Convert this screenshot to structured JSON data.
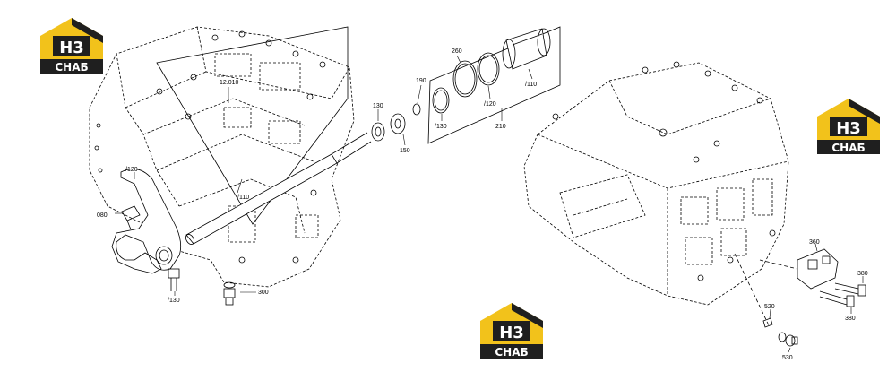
{
  "logos": [
    {
      "id": "logo-top-left",
      "mark": "H3",
      "word": "СНАБ"
    },
    {
      "id": "logo-right",
      "mark": "H3",
      "word": "СНАБ"
    },
    {
      "id": "logo-bottom",
      "mark": "H3",
      "word": "СНАБ"
    }
  ],
  "colors": {
    "logo_yellow": "#f2c21b",
    "logo_dark": "#1f1f1f",
    "line": "#000000"
  },
  "labels": {
    "p12010": "12.010",
    "p120a": "/120",
    "p110a": "/110",
    "p080": "080",
    "p130a": "/130",
    "p300": "300",
    "p130": "130",
    "p190": "190",
    "p150": "150",
    "p130b": "/130",
    "p260": "260",
    "p120b": "/120",
    "p110b": "/110",
    "p210": "210",
    "p360": "360",
    "p380a": "380",
    "p380b": "380",
    "p520": "520",
    "p530": "530"
  }
}
